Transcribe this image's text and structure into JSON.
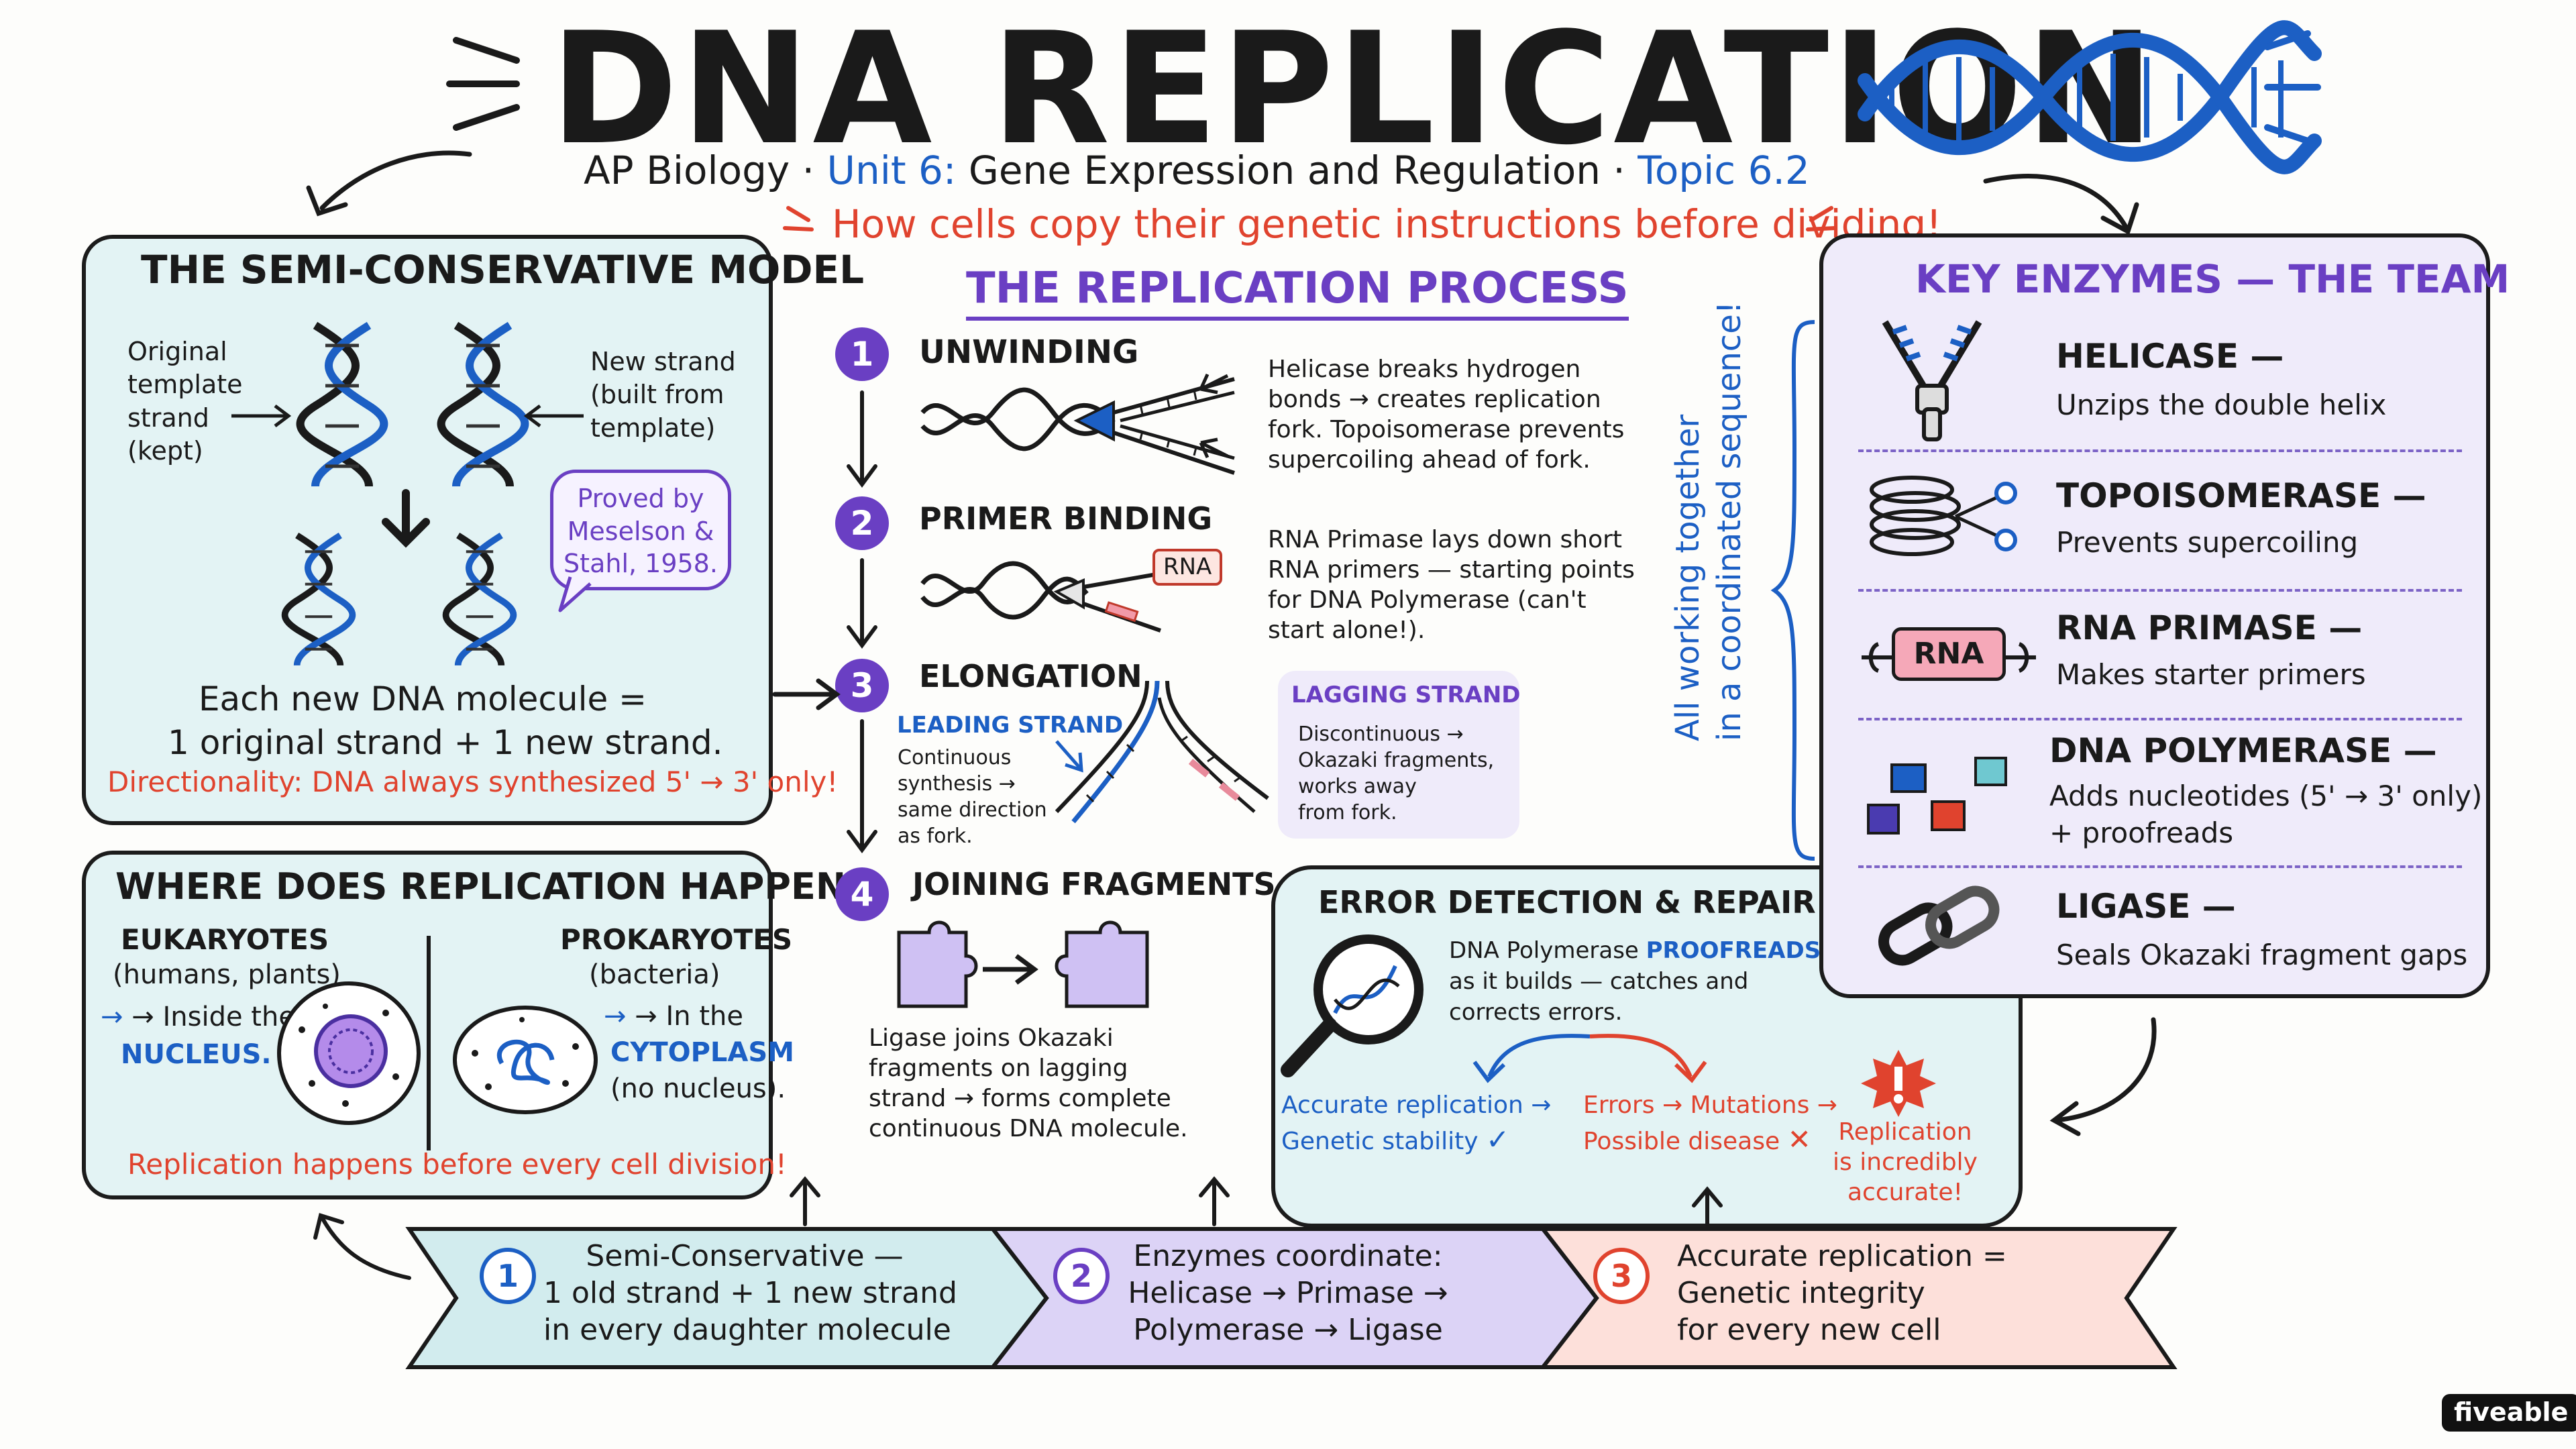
{
  "header": {
    "title": "DNA REPLICATION",
    "subtitle_part1": "AP Biology ·",
    "subtitle_part2": "Unit 6:",
    "subtitle_part3": "Gene Expression and Regulation ·",
    "subtitle_part4": "Topic 6.2",
    "tagline": "How cells copy their genetic instructions before dividing!"
  },
  "semi_conservative": {
    "title": "THE SEMI-CONSERVATIVE MODEL",
    "original_label": [
      "Original",
      "template",
      "strand",
      "(kept)"
    ],
    "new_label": [
      "New strand",
      "(built from",
      "template)"
    ],
    "proved_by": [
      "Proved by",
      "Meselson &",
      "Stahl, 1958."
    ],
    "summary_line1": "Each new DNA molecule =",
    "summary_line2": "1 original strand + 1 new strand.",
    "directionality": "Directionality: DNA always synthesized 5' → 3' only!"
  },
  "where": {
    "title": "WHERE DOES REPLICATION HAPPEN?",
    "euk_title": "EUKARYOTES",
    "euk_sub": "(humans, plants)",
    "euk_inside": "→ Inside the",
    "euk_location": "NUCLEUS.",
    "pro_title": "PROKARYOTES",
    "pro_sub": "(bacteria)",
    "pro_inside": "→ In the",
    "pro_location": "CYTOPLASM",
    "pro_note": "(no nucleus).",
    "footer": "Replication happens before every cell division!"
  },
  "process": {
    "title": "THE REPLICATION PROCESS",
    "steps": [
      {
        "num": "1",
        "title": "UNWINDING",
        "desc": [
          "Helicase breaks hydrogen",
          "bonds → creates replication",
          "fork. Topoisomerase prevents",
          "supercoiling ahead of fork."
        ]
      },
      {
        "num": "2",
        "title": "PRIMER BINDING",
        "tag": "RNA",
        "desc": [
          "RNA Primase lays down short",
          "RNA primers — starting points",
          "for DNA Polymerase (can't",
          "start alone!)."
        ]
      },
      {
        "num": "3",
        "title": "ELONGATION",
        "leading_title": "LEADING STRAND",
        "leading_desc": [
          "Continuous",
          "synthesis →",
          "same direction",
          "as fork."
        ],
        "lagging_title": "LAGGING STRAND",
        "lagging_desc": [
          "Discontinuous →",
          "Okazaki fragments,",
          "works away",
          "from fork."
        ]
      },
      {
        "num": "4",
        "title": "JOINING FRAGMENTS",
        "desc": [
          "Ligase joins Okazaki",
          "fragments on lagging",
          "strand → forms complete",
          "continuous DNA molecule."
        ]
      }
    ]
  },
  "error": {
    "title": "ERROR DETECTION & REPAIR",
    "desc1_a": "DNA Polymerase",
    "desc1_b": "PROOFREADS",
    "desc2": "as it builds — catches and",
    "desc3": "corrects errors.",
    "accurate_line1": "Accurate replication →",
    "accurate_line2": "Genetic stability",
    "errors_line1": "Errors → Mutations →",
    "errors_line2": "Possible disease",
    "note": [
      "Replication",
      "is incredibly",
      "accurate!"
    ]
  },
  "enzymes": {
    "title": "KEY ENZYMES — THE TEAM",
    "side_note_1": "All working together",
    "side_note_2": "in a coordinated sequence!",
    "items": [
      {
        "name": "HELICASE —",
        "desc": "Unzips the double helix",
        "icon": "zipper-icon"
      },
      {
        "name": "TOPOISOMERASE —",
        "desc": "Prevents supercoiling",
        "icon": "coil-scissors-icon"
      },
      {
        "name": "RNA PRIMASE —",
        "desc": "Makes starter primers",
        "icon": "rna-primer-icon",
        "tag": "RNA"
      },
      {
        "name": "DNA POLYMERASE —",
        "desc1": "Adds nucleotides (5' → 3' only)",
        "desc2": "+ proofreads",
        "icon": "nucleotide-blocks-icon"
      },
      {
        "name": "LIGASE —",
        "desc": "Seals Okazaki fragment gaps",
        "icon": "chain-link-icon"
      }
    ]
  },
  "banner": [
    {
      "num": "1",
      "lines": [
        "Semi-Conservative —",
        "1 old strand + 1 new strand",
        "in every daughter molecule"
      ]
    },
    {
      "num": "2",
      "lines": [
        "Enzymes coordinate:",
        "Helicase → Primase →",
        "Polymerase → Ligase"
      ]
    },
    {
      "num": "3",
      "lines": [
        "Accurate replication =",
        "Genetic integrity",
        "for every new cell"
      ]
    }
  ],
  "brand": "fiveable",
  "colors": {
    "blue": "#1c5fc4",
    "red": "#e0432e",
    "purple": "#6a3fc3",
    "teal_bg": "#e3f3f4",
    "lavender_bg": "#efebfa",
    "pink_bg": "#fde6e1"
  }
}
